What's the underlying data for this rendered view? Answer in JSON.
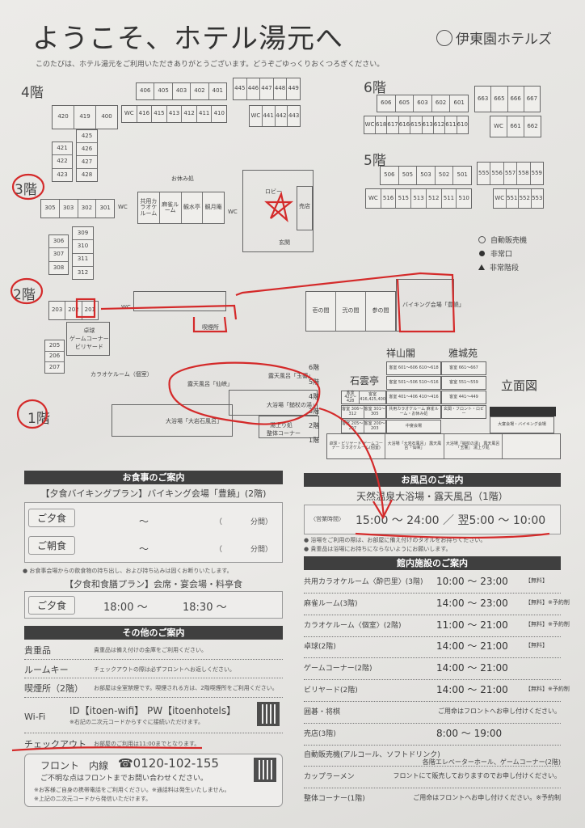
{
  "header": {
    "title": "ようこそ、ホテル湯元へ",
    "subtitle": "このたびは、ホテル湯元をご利用いただきありがとうございます。どうぞごゆっくりおくつろぎください。",
    "brand": "伊東園ホテルズ"
  },
  "floors": {
    "f4": {
      "label": "4階",
      "top": [
        "406",
        "405",
        "403",
        "402",
        "401"
      ],
      "top2": [
        "445",
        "446",
        "447",
        "448",
        "449"
      ],
      "bottom": [
        "WC",
        "416",
        "415",
        "413",
        "412",
        "411",
        "410"
      ],
      "bottom2": [
        "WC",
        "441",
        "442",
        "443"
      ],
      "wing": [
        "420",
        "419",
        "400"
      ],
      "left": [
        "421",
        "422",
        "423"
      ],
      "right": [
        "425",
        "426",
        "427",
        "428"
      ]
    },
    "f3": {
      "label": "3階",
      "top": [
        "305",
        "303",
        "302",
        "301"
      ],
      "wc": "WC",
      "facilities": [
        "共用カラオケルーム",
        "麻雀ルーム",
        "観水亭",
        "観月庵"
      ],
      "wc2": "WC",
      "rest": "お休み処",
      "lobby": "ロビー",
      "shop": "売店",
      "entrance": "玄関",
      "left": [
        "306",
        "307",
        "308"
      ],
      "right": [
        "309",
        "310",
        "311",
        "312"
      ]
    },
    "f2": {
      "label": "2階",
      "top": [
        "203",
        "202",
        "201"
      ],
      "wc": "WC",
      "smoking": "喫煙所",
      "halls": [
        "壱の間",
        "弐の間",
        "参の間"
      ],
      "buffet": "バイキング会場「豊饒」",
      "game": "卓球\nゲームコーナー\nビリヤード",
      "left": [
        "205",
        "206",
        "207"
      ],
      "karaoke": "カラオケルーム（個室）"
    },
    "f1": {
      "label": "1階",
      "rotenburo1": "露天風呂「仙峡」",
      "rotenburo2": "露天風呂「玉響」",
      "bath1": "大浴場「鎚杖の湯」",
      "bath2": "大浴場「大岩石風呂」",
      "lounge": "湯上り処",
      "seitai": "整体コーナー"
    },
    "f6": {
      "label": "6階",
      "top": [
        "606",
        "605",
        "603",
        "602",
        "601"
      ],
      "top2": [
        "663",
        "665",
        "666",
        "667"
      ],
      "bottom": [
        "WC",
        "618",
        "617",
        "616",
        "615",
        "613",
        "612",
        "611",
        "610"
      ],
      "bottom2": [
        "WC",
        "661",
        "662"
      ]
    },
    "f5": {
      "label": "5階",
      "top": [
        "506",
        "505",
        "503",
        "502",
        "501"
      ],
      "top2": [
        "555",
        "556",
        "557",
        "558",
        "559"
      ],
      "bottom": [
        "WC",
        "516",
        "515",
        "513",
        "512",
        "511",
        "510"
      ],
      "bottom2": [
        "WC",
        "551",
        "552",
        "553"
      ]
    }
  },
  "legend": [
    {
      "icon": "vending-machine-icon",
      "label": "自動販売機"
    },
    {
      "icon": "emergency-exit-icon",
      "label": "非常口"
    },
    {
      "icon": "emergency-stairs-icon",
      "label": "非常階段"
    }
  ],
  "elevation": {
    "title": "立面図",
    "buildings": [
      "祥山閣",
      "雅城苑",
      "石雲亭"
    ],
    "floors": [
      "6階",
      "5階",
      "4階",
      "3階",
      "2階",
      "1階"
    ],
    "cells": {
      "s6": "客室 601〜606 610〜618",
      "g6": "客室 661〜667",
      "s5": "客室 501〜506 510〜516",
      "g5": "客室 551〜559",
      "k4a": "客室 421〜428",
      "k4b": "客室 416,425,400",
      "s4": "客室 401〜406 410〜416",
      "g4": "客室 441〜449",
      "k3a": "客室 306〜312",
      "k3b": "客室 301〜305",
      "s3": "共用カラオケルーム 麻雀ルーム・お休み処",
      "g3": "玄関・フロント・ロビー",
      "k2a": "客室 205〜207",
      "k2b": "客室 200〜203",
      "s2": "中宴会場",
      "e2": "大宴会場・バイキング会場",
      "k1": "卓球・ビリヤード ゲームコーナー カラオケルーム(個室)",
      "s1": "大浴場「大岩石風呂」 露天風呂「仙峡」",
      "g1": "大浴場「鎚杖の湯」 露天風呂「玉響」 湯上り処"
    }
  },
  "meals": {
    "header": "お食事のご案内",
    "buffet_plan": "【夕食バイキングプラン】バイキング会場「豊饒」(2階)",
    "rows": [
      {
        "label": "ご夕食",
        "tilde": "〜",
        "paren_open": "（",
        "paren_close": "分間）"
      },
      {
        "label": "ご朝食",
        "tilde": "〜",
        "paren_open": "（",
        "paren_close": "分間）"
      }
    ],
    "note": "● お食事会場からの飲食物の持ち出し、および持ち込みは固くお断りいたします。",
    "kaiseki_plan": "【夕食和食膳プラン】会席・宴会場・料亭食",
    "kaiseki": {
      "label": "ご夕食",
      "time1": "18:00 〜",
      "time2": "18:30 〜"
    }
  },
  "other": {
    "header": "その他のご案内",
    "rows": [
      {
        "label": "貴重品",
        "value": "貴重品は備え付けの金庫をご利用ください。"
      },
      {
        "label": "ルームキー",
        "value": "チェックアウトの際は必ずフロントへお返しください。"
      },
      {
        "label": "喫煙所（2階）",
        "value": "お部屋は全室禁煙です。喫煙される方は、2階喫煙所をご利用ください。"
      },
      {
        "label": "Wi-Fi",
        "value": "ID【itoen-wifi】 PW【itoenhotels】",
        "note": "※右記の二次元コードからすぐに接続いただけます。"
      },
      {
        "label": "チェックアウト",
        "value": "お部屋のご利用は11:00までとなります。"
      }
    ]
  },
  "front": {
    "label": "フロント　内線",
    "phone": "☎0120-102-155",
    "line1": "ご不明な点はフロントまでお問い合わせください。",
    "line2": "※お客様ご自身の携帯電話をご利用ください。※通話料は発生いたしません。",
    "line3": "※上記の二次元コードから発信いただけます。"
  },
  "bath": {
    "header": "お風呂のご案内",
    "subtitle": "天然温泉大浴場・露天風呂（1階）",
    "hours_label": "〈営業時間〉",
    "hours": "15:00 〜 24:00 ／ 翌5:00 〜 10:00",
    "note1": "● 浴場をご利用の際は、お部屋に備え付けのタオルをお持ちください。",
    "note2": "● 貴重品は浴場にお持ちにならないようにお願いします。"
  },
  "facilities": {
    "header": "館内施設のご案内",
    "rows": [
      {
        "name": "共用カラオケルーム〈酔巴里〉(3階)",
        "time": "10:00 〜 23:00",
        "tag": "【無料】"
      },
      {
        "name": "麻雀ルーム(3階)",
        "time": "14:00 〜 23:00",
        "tag": "【無料】",
        "note": "※予約制"
      },
      {
        "name": "カラオケルーム〈個室〉(2階)",
        "time": "11:00 〜 21:00",
        "tag": "【無料】",
        "note": "※予約制"
      },
      {
        "name": "卓球(2階)",
        "time": "14:00 〜 21:00",
        "tag": "【無料】"
      },
      {
        "name": "ゲームコーナー(2階)",
        "time": "14:00 〜 21:00"
      },
      {
        "name": "ビリヤード(2階)",
        "time": "14:00 〜 21:00",
        "tag": "【無料】",
        "note": "※予約制"
      },
      {
        "name": "囲碁・将棋",
        "message": "ご用命はフロントへお申し付けください。"
      },
      {
        "name": "売店(3階)",
        "time": "8:00 〜 19:00"
      },
      {
        "name": "自動販売機(アルコール、ソフトドリンク)",
        "message": "各階エレベーターホール、ゲームコーナー(2階)"
      },
      {
        "name": "カップラーメン",
        "message": "フロントにて販売しておりますのでお申し付けください。"
      },
      {
        "name": "整体コーナー(1階)",
        "message": "ご用命はフロントへお申し付けください。※予約制"
      }
    ]
  },
  "colors": {
    "ink": "#d42a2a",
    "bar": "#3f3f3f"
  }
}
